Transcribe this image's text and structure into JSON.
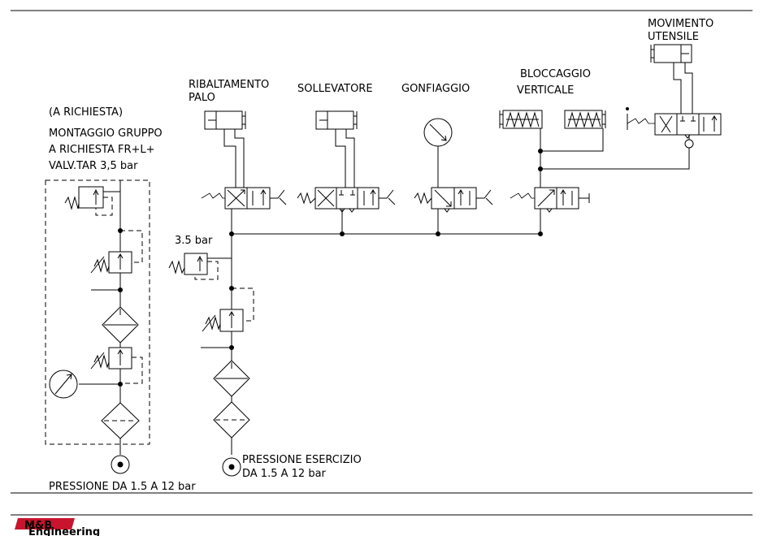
{
  "labels": {
    "optional": "(A RICHIESTA)",
    "group_line1": "MONTAGGIO GRUPPO",
    "group_line2": "A RICHIESTA FR+L+",
    "group_line3": "VALV.TAR 3,5 bar",
    "pressure_left": "PRESSIONE DA 1.5 A 12 bar",
    "regulator_setting": "3.5 bar",
    "pressure_main_line1": "PRESSIONE ESERCIZIO",
    "pressure_main_line2": "DA 1.5 A 12 bar",
    "tipping_line1": "RIBALTAMENTO",
    "tipping_line2": "PALO",
    "lifter": "SOLLEVATORE",
    "inflation": "GONFIAGGIO",
    "locking_line1": "BLOCCAGGIO",
    "locking_line2": "VERTICALE",
    "tool_line1": "MOVIMENTO",
    "tool_line2": "UTENSILE"
  },
  "logo": {
    "text": "M&B",
    "subtitle": "Engineering",
    "color": "#c8142d"
  }
}
